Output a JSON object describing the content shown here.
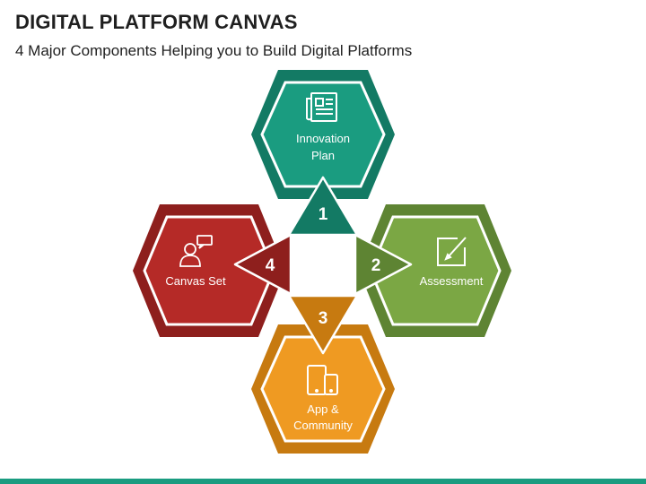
{
  "header": {
    "title": "DIGITAL PLATFORM CANVAS",
    "subtitle": "4 Major Components Helping you to Build Digital Platforms"
  },
  "components": [
    {
      "number": "1",
      "label_line1": "Innovation",
      "label_line2": "Plan",
      "icon": "newspaper-icon",
      "color": "#1a9c80",
      "dark": "#137a64"
    },
    {
      "number": "2",
      "label_line1": "Assessment",
      "label_line2": "",
      "icon": "edit-square-icon",
      "color": "#7ba744",
      "dark": "#5e8433"
    },
    {
      "number": "3",
      "label_line1": "App &",
      "label_line2": "Community",
      "icon": "devices-icon",
      "color": "#ef9a22",
      "dark": "#c77a10"
    },
    {
      "number": "4",
      "label_line1": "Canvas Set",
      "label_line2": "",
      "icon": "person-chat-icon",
      "color": "#b52a27",
      "dark": "#8e1f1d"
    }
  ],
  "colors": {
    "bottom_bar": "#1a9c80"
  }
}
